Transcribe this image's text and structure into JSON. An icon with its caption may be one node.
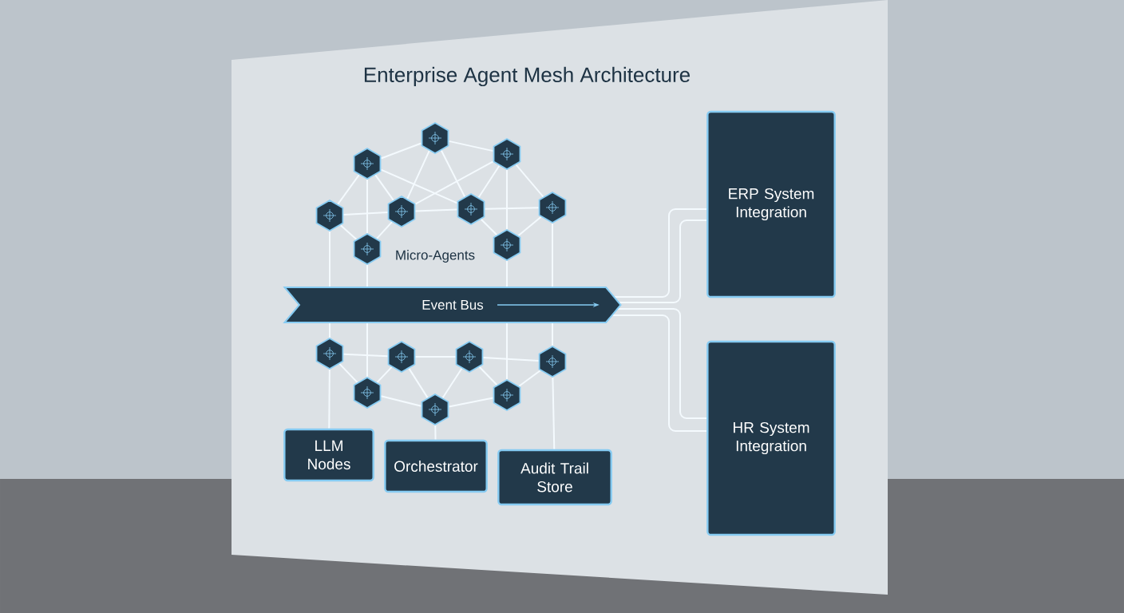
{
  "diagram": {
    "title": "Enterprise Agent Mesh Architecture",
    "nodes": [
      {
        "text": [
          "Event Bus"
        ]
      },
      {
        "text": [
          "ERP System Integration"
        ]
      },
      {
        "text": [
          "HR System Integration"
        ]
      },
      {
        "text": [
          "LLM Nodes"
        ]
      },
      {
        "text": [
          "Orchestrator"
        ]
      },
      {
        "text": [
          "Audit Trail Store"
        ]
      },
      {
        "text": [],
        "shape": "hexagon"
      },
      {
        "text": [],
        "shape": "hexagon"
      },
      {
        "text": [],
        "shape": "hexagon"
      },
      {
        "text": [],
        "shape": "hexagon"
      },
      {
        "text": [],
        "shape": "hexagon"
      },
      {
        "text": [],
        "shape": "hexagon"
      },
      {
        "text": [],
        "shape": "hexagon"
      },
      {
        "text": [],
        "shape": "hexagon"
      },
      {
        "text": [],
        "shape": "hexagon"
      },
      {
        "text": [],
        "shape": "hexagon"
      },
      {
        "text": [],
        "shape": "hexagon"
      },
      {
        "text": [],
        "shape": "hexagon"
      },
      {
        "text": [],
        "shape": "hexagon"
      },
      {
        "text": [],
        "shape": "hexagon"
      },
      {
        "text": [],
        "shape": "hexagon"
      },
      {
        "text": [],
        "shape": "hexagon"
      }
    ],
    "edges": [
      {
        "from": 0,
        "to": 1,
        "arrow": "none"
      },
      {
        "from": 0,
        "to": 1,
        "arrow": "none"
      },
      {
        "from": 0,
        "to": 2,
        "arrow": "none"
      },
      {
        "from": 0,
        "to": 2,
        "arrow": "none"
      },
      {
        "from": 15,
        "to": 3,
        "arrow": "none"
      },
      {
        "from": 20,
        "to": 4,
        "arrow": "none"
      },
      {
        "from": 18,
        "to": 5,
        "arrow": "none"
      },
      {
        "from": 7,
        "to": 6,
        "arrow": "none"
      },
      {
        "from": 7,
        "to": 8,
        "arrow": "none"
      },
      {
        "from": 7,
        "to": 10,
        "arrow": "none"
      },
      {
        "from": 7,
        "to": 11,
        "arrow": "none"
      },
      {
        "from": 6,
        "to": 9,
        "arrow": "none"
      },
      {
        "from": 6,
        "to": 10,
        "arrow": "none"
      },
      {
        "from": 6,
        "to": 11,
        "arrow": "none"
      },
      {
        "from": 6,
        "to": 13,
        "arrow": "none"
      },
      {
        "from": 8,
        "to": 10,
        "arrow": "none"
      },
      {
        "from": 8,
        "to": 11,
        "arrow": "none"
      },
      {
        "from": 8,
        "to": 14,
        "arrow": "none"
      },
      {
        "from": 8,
        "to": 12,
        "arrow": "none"
      },
      {
        "from": 9,
        "to": 10,
        "arrow": "none"
      },
      {
        "from": 10,
        "to": 11,
        "arrow": "none"
      },
      {
        "from": 11,
        "to": 12,
        "arrow": "none"
      },
      {
        "from": 9,
        "to": 13,
        "arrow": "none"
      },
      {
        "from": 10,
        "to": 13,
        "arrow": "none"
      },
      {
        "from": 11,
        "to": 14,
        "arrow": "none"
      },
      {
        "from": 12,
        "to": 14,
        "arrow": "none"
      },
      {
        "from": 9,
        "to": 0,
        "arrow": "none"
      },
      {
        "from": 0,
        "to": 15,
        "arrow": "none"
      },
      {
        "from": 13,
        "to": 0,
        "arrow": "none"
      },
      {
        "from": 0,
        "to": 19,
        "arrow": "none"
      },
      {
        "from": 14,
        "to": 0,
        "arrow": "none"
      },
      {
        "from": 0,
        "to": 21,
        "arrow": "none"
      },
      {
        "from": 12,
        "to": 0,
        "arrow": "none"
      },
      {
        "from": 0,
        "to": 18,
        "arrow": "none"
      },
      {
        "from": 15,
        "to": 16,
        "arrow": "none"
      },
      {
        "from": 16,
        "to": 17,
        "arrow": "none"
      },
      {
        "from": 17,
        "to": 18,
        "arrow": "none"
      },
      {
        "from": 15,
        "to": 19,
        "arrow": "none"
      },
      {
        "from": 16,
        "to": 19,
        "arrow": "none"
      },
      {
        "from": 16,
        "to": 20,
        "arrow": "none"
      },
      {
        "from": 17,
        "to": 20,
        "arrow": "none"
      },
      {
        "from": 17,
        "to": 21,
        "arrow": "none"
      },
      {
        "from": 18,
        "to": 21,
        "arrow": "none"
      },
      {
        "from": 19,
        "to": 20,
        "arrow": "none"
      },
      {
        "from": 20,
        "to": 21,
        "arrow": "none"
      }
    ],
    "labels": [
      "Micro-Agents"
    ]
  }
}
